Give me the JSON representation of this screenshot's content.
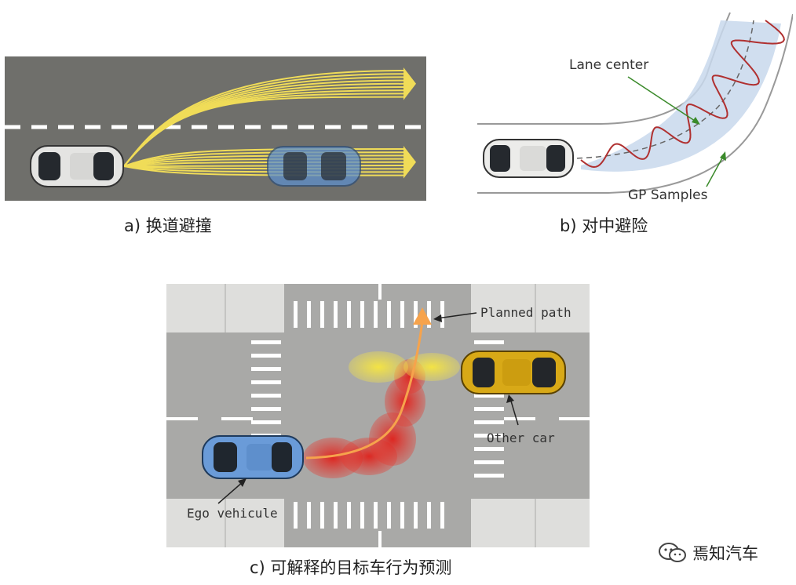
{
  "panel_a": {
    "caption": "a) 换道避撞"
  },
  "panel_b": {
    "caption": "b) 对中避险",
    "label_lane_center": "Lane center",
    "label_gp_samples": "GP Samples"
  },
  "panel_c": {
    "caption": "c) 可解释的目标车行为预测",
    "label_planned_path": "Planned path",
    "label_other_car": "Other car",
    "label_ego_vehicle": "Ego vehicule"
  },
  "watermark": {
    "text": "焉知汽车",
    "icon": "wechat-icon"
  },
  "colors": {
    "road": "#6f6f6b",
    "trajectory": "#f0dc58",
    "ego_car": "#6a9bd8",
    "other_car": "#d8a917",
    "uncertainty_red": "#e53a30",
    "uncertainty_yellow": "#f3e24a",
    "gp_band": "#c8d8ec",
    "gp_curve": "#b03030"
  }
}
